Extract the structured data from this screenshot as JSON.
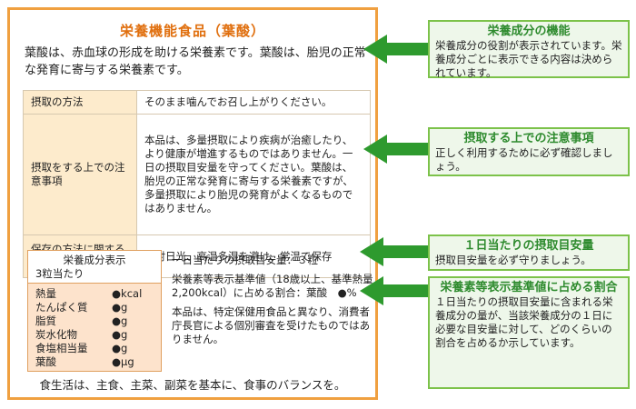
{
  "label": {
    "title": "栄養機能食品（葉酸）",
    "intro": "葉酸は、赤血球の形成を助ける栄養素です。葉酸は、胎児の正常な発育に寄与する栄養素です。",
    "rows": [
      {
        "header": "摂取の方法",
        "content": "そのまま噛んでお召し上がりください。"
      },
      {
        "header": "摂取をする上での注意事項",
        "content": "本品は、多量摂取により疾病が治癒したり、より健康が増進するものではありません。一日の摂取目安量を守ってください。葉酸は、胎児の正常な発育に寄与する栄養素ですが、多量摂取により胎児の発育がよくなるものではありません。"
      },
      {
        "header": "保存の方法に関する注意事項",
        "content": "直射日光、高温多湿を避け、常温で保存"
      }
    ],
    "nutrition": {
      "head_line1": "栄養成分表示",
      "head_line2": "3粒当たり",
      "items": [
        {
          "name": "熱量",
          "value": "●kcal"
        },
        {
          "name": "たんぱく質",
          "value": "●g"
        },
        {
          "name": "脂質",
          "value": "●g"
        },
        {
          "name": "炭水化物",
          "value": "●g"
        },
        {
          "name": "食塩相当量",
          "value": "●g"
        },
        {
          "name": "葉酸",
          "value": "●μg"
        }
      ]
    },
    "daily_intake": "一日当たりの摂取目安量：３粒",
    "ratio_text": "栄養素等表示基準値（18歳以上、基準熱量2,200kcal）に占める割合：葉酸　●%",
    "disclaimer": "本品は、特定保健用食品と異なり、消費者庁長官による個別審査を受けたものではありません。",
    "footer": "食生活は、主食、主菜、副菜を基本に、食事のバランスを。"
  },
  "callouts": [
    {
      "title": "栄養成分の機能",
      "body": "栄養成分の役割が表示されています。栄養成分ごとに表示できる内容は決められています。"
    },
    {
      "title": "摂取する上での注意事項",
      "body": "正しく利用するために必ず確認しましょう。"
    },
    {
      "title": "１日当たりの摂取目安量",
      "body": "摂取目安量を必ず守りましょう。"
    },
    {
      "title": "栄養素等表示基準値に占める割合",
      "body": "１日当たりの摂取目安量に含まれる栄養成分の量が、当該栄養成分の１日に必要な目安量に対して、どのくらいの割合を占めるか示しています。"
    }
  ],
  "colors": {
    "label_border": "#f0a040",
    "title": "#e06f0e",
    "callout_border": "#7cc24a",
    "callout_title": "#2e8b2e",
    "arrow": "#2e9a2e"
  }
}
